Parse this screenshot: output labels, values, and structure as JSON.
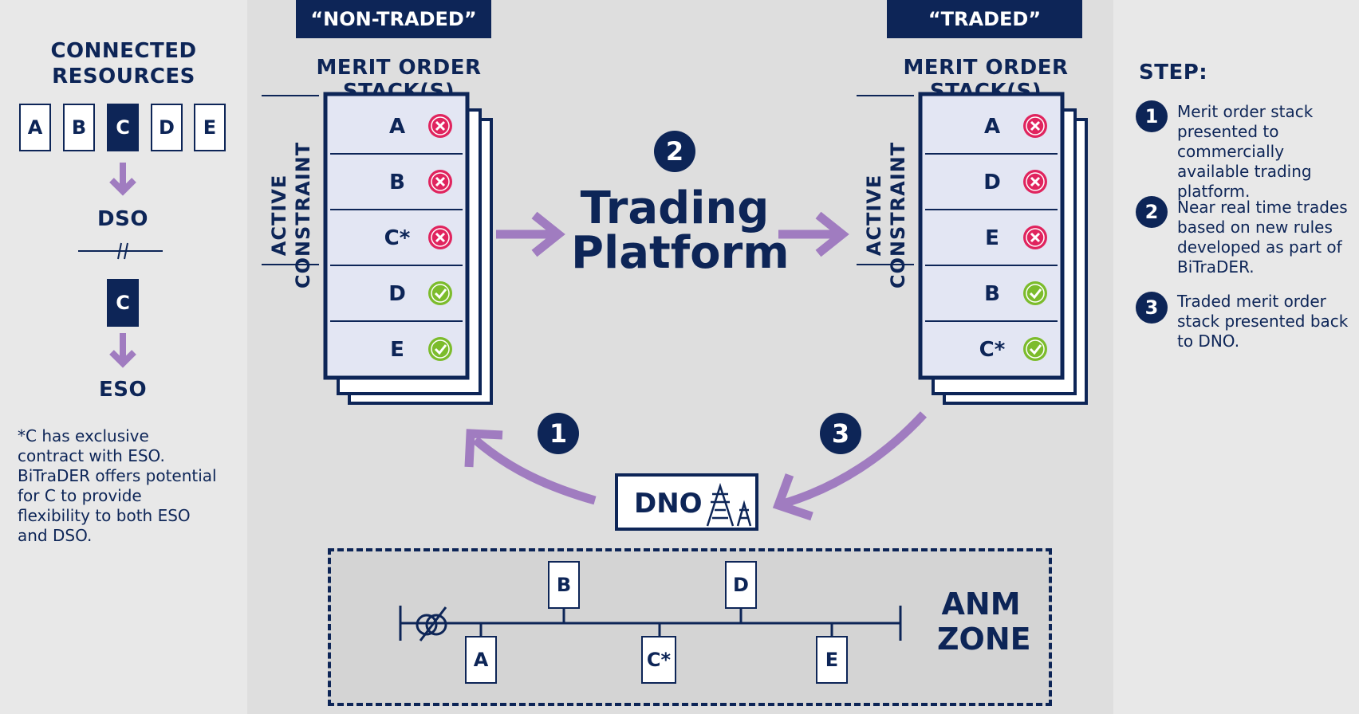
{
  "left": {
    "title_line1": "CONNECTED",
    "title_line2": "RESOURCES",
    "resources": [
      "A",
      "B",
      "C",
      "D",
      "E"
    ],
    "selected": "C",
    "dso": "DSO",
    "c_box": "C",
    "eso": "ESO",
    "note": "*C has exclusive contract with ESO. BiTraDER offers potential for C to provide flexibility to both ESO and DSO."
  },
  "non_traded": {
    "banner": "“NON-TRADED”",
    "heading": "MERIT ORDER STACK(S)",
    "constraint_line1": "ACTIVE",
    "constraint_line2": "CONSTRAINT",
    "rows": [
      {
        "label": "A",
        "status": "cross"
      },
      {
        "label": "B",
        "status": "cross"
      },
      {
        "label": "C*",
        "status": "cross"
      },
      {
        "label": "D",
        "status": "check"
      },
      {
        "label": "E",
        "status": "check"
      }
    ]
  },
  "traded": {
    "banner": "“TRADED”",
    "heading": "MERIT ORDER STACK(S)",
    "constraint_line1": "ACTIVE",
    "constraint_line2": "CONSTRAINT",
    "rows": [
      {
        "label": "A",
        "status": "cross"
      },
      {
        "label": "D",
        "status": "cross"
      },
      {
        "label": "E",
        "status": "cross"
      },
      {
        "label": "B",
        "status": "check"
      },
      {
        "label": "C*",
        "status": "check"
      }
    ]
  },
  "platform": {
    "step": "2",
    "line1": "Trading",
    "line2": "Platform"
  },
  "arrow_steps": {
    "left": "1",
    "right": "3"
  },
  "dno": {
    "label": "DNO",
    "icon": "pylon-icon"
  },
  "anm": {
    "line1": "ANM",
    "line2": "ZONE",
    "top_nodes": [
      "B",
      "D"
    ],
    "bottom_nodes": [
      "A",
      "C*",
      "E"
    ]
  },
  "steps": {
    "title": "STEP:",
    "items": [
      {
        "num": "1",
        "text": "Merit order stack presented to commercially available trading platform."
      },
      {
        "num": "2",
        "text": "Near real time trades based on new rules developed as part of BiTraDER."
      },
      {
        "num": "3",
        "text": "Traded merit order stack presented back to DNO."
      }
    ]
  },
  "colors": {
    "navy": "#0d2557",
    "purple": "#a07cc0",
    "red": "#e0245e",
    "green": "#7cbc2c"
  }
}
